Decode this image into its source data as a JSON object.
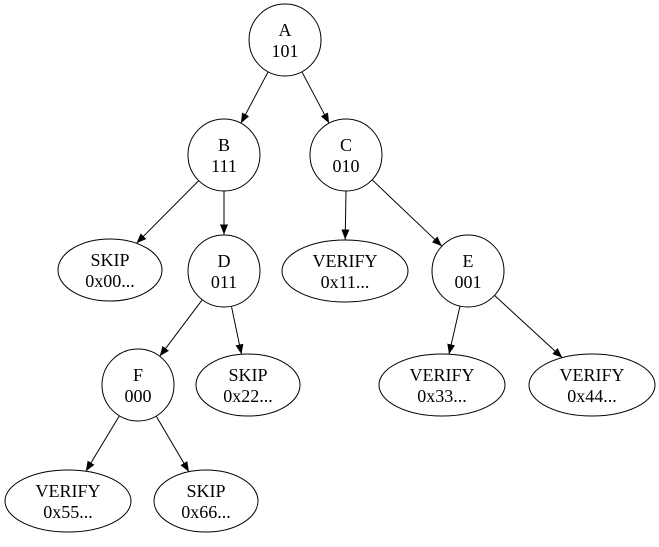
{
  "diagram": {
    "type": "binary-tree",
    "colors": {
      "background": "#ffffff",
      "node_fill": "#ffffff",
      "node_stroke": "#000000",
      "edge": "#000000",
      "text": "#000000"
    }
  },
  "tree": {
    "nodes": [
      {
        "id": "A",
        "shape": "circle",
        "label": "A",
        "value": "101"
      },
      {
        "id": "B",
        "shape": "circle",
        "label": "B",
        "value": "111"
      },
      {
        "id": "C",
        "shape": "circle",
        "label": "C",
        "value": "010"
      },
      {
        "id": "SKIP-0x00",
        "shape": "ellipse",
        "label": "SKIP",
        "value": "0x00..."
      },
      {
        "id": "D",
        "shape": "circle",
        "label": "D",
        "value": "011"
      },
      {
        "id": "VERIFY-0x11",
        "shape": "ellipse",
        "label": "VERIFY",
        "value": "0x11..."
      },
      {
        "id": "E",
        "shape": "circle",
        "label": "E",
        "value": "001"
      },
      {
        "id": "F",
        "shape": "circle",
        "label": "F",
        "value": "000"
      },
      {
        "id": "SKIP-0x22",
        "shape": "ellipse",
        "label": "SKIP",
        "value": "0x22..."
      },
      {
        "id": "VERIFY-0x33",
        "shape": "ellipse",
        "label": "VERIFY",
        "value": "0x33..."
      },
      {
        "id": "VERIFY-0x44",
        "shape": "ellipse",
        "label": "VERIFY",
        "value": "0x44..."
      },
      {
        "id": "VERIFY-0x55",
        "shape": "ellipse",
        "label": "VERIFY",
        "value": "0x55..."
      },
      {
        "id": "SKIP-0x66",
        "shape": "ellipse",
        "label": "SKIP",
        "value": "0x66..."
      }
    ],
    "edges": [
      {
        "from": "A",
        "to": "B"
      },
      {
        "from": "A",
        "to": "C"
      },
      {
        "from": "B",
        "to": "SKIP-0x00"
      },
      {
        "from": "B",
        "to": "D"
      },
      {
        "from": "C",
        "to": "VERIFY-0x11"
      },
      {
        "from": "C",
        "to": "E"
      },
      {
        "from": "D",
        "to": "F"
      },
      {
        "from": "D",
        "to": "SKIP-0x22"
      },
      {
        "from": "E",
        "to": "VERIFY-0x33"
      },
      {
        "from": "E",
        "to": "VERIFY-0x44"
      },
      {
        "from": "F",
        "to": "VERIFY-0x55"
      },
      {
        "from": "F",
        "to": "SKIP-0x66"
      }
    ]
  }
}
